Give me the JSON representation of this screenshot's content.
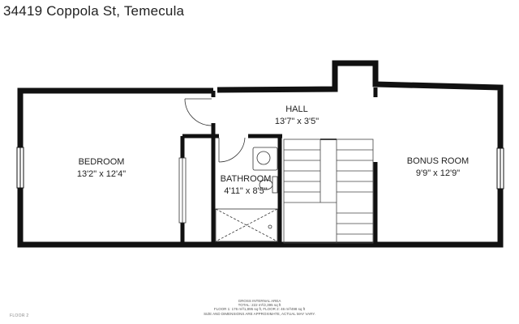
{
  "address": "34419 Coppola St, Temecula",
  "rooms": {
    "bedroom": {
      "name": "BEDROOM",
      "dims": "13'2\" x 12'4\""
    },
    "hall": {
      "name": "HALL",
      "dims": "13'7\" x 3'5\""
    },
    "bathroom": {
      "name": "BATHROOM",
      "dims": "4'11\" x 8'5\""
    },
    "bonus": {
      "name": "BONUS ROOM",
      "dims": "9'9\" x 12'9\""
    }
  },
  "footer": {
    "line1": "GROSS INTERNAL AREA",
    "line2": "TOTAL: 222 m²/2,395 sq ft",
    "line3": "FLOOR 1: 176 m²/1,895 sq ft, FLOOR 2: 46 m²/498 sq ft",
    "line4": "SIZE AND DIMENSIONS ARE APPROXIMATE, ACTUAL MAY VARY."
  },
  "floor_label": "FLOOR 2"
}
